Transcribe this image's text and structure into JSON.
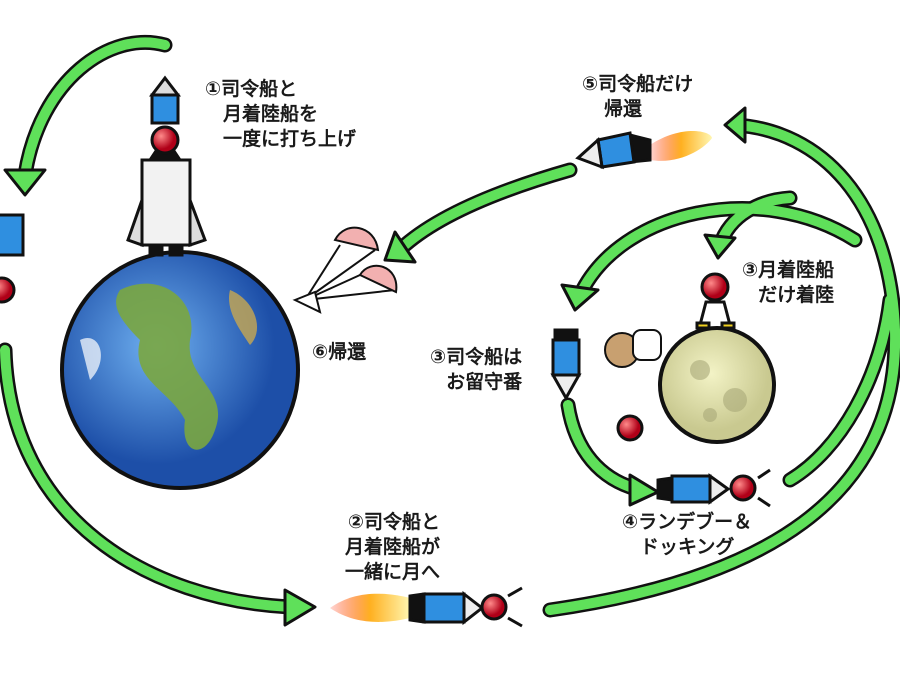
{
  "steps": {
    "step1": {
      "lines": [
        "①司令船と",
        "月着陸船を",
        "一度に打ち上げ"
      ]
    },
    "step2": {
      "lines": [
        "②司令船と",
        "月着陸船が",
        "一緒に月へ"
      ]
    },
    "step3_lander": {
      "lines": [
        "③月着陸船",
        "だけ着陸"
      ]
    },
    "step3_command": {
      "lines": [
        "③司令船は",
        "お留守番"
      ]
    },
    "step4": {
      "lines": [
        "④ランデブー＆",
        "ドッキング"
      ]
    },
    "step5": {
      "lines": [
        "⑤司令船だけ",
        "帰還"
      ]
    },
    "step6": {
      "lines": [
        "⑥帰還"
      ]
    }
  },
  "colors": {
    "arrow": "#5fe05a",
    "earth_ocean": "#2f6fc4",
    "moon": "#e3e3a8",
    "capsule": "#2f8fe0",
    "ball": "#d0102a",
    "flame": "#ff8a1a"
  }
}
